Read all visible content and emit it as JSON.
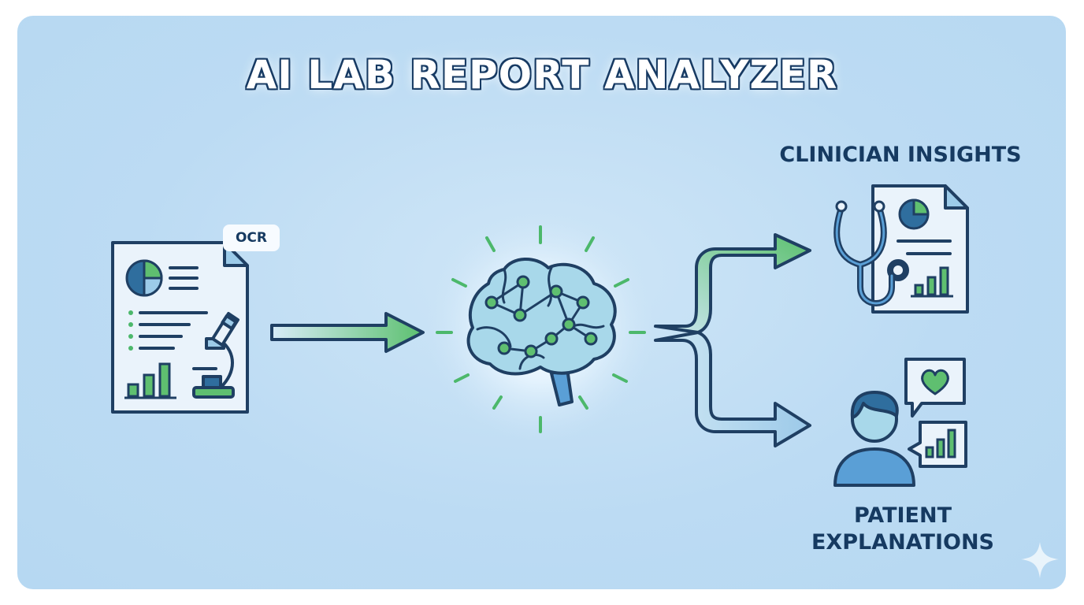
{
  "title": "AI LAB REPORT ANALYZER",
  "badge": "OCR",
  "outputs": {
    "clinician": "CLINICIAN INSIGHTS",
    "patient_line1": "PATIENT",
    "patient_line2": "EXPLANATIONS"
  },
  "colors": {
    "background": "#b9d9f2",
    "outline": "#1f3f63",
    "accent_green": "#4cb86b",
    "accent_blue": "#5a9fd6"
  },
  "icons": [
    "lab-report-icon",
    "microscope-icon",
    "brain-network-icon",
    "stethoscope-icon",
    "person-icon",
    "heart-icon",
    "bar-chart-icon",
    "sparkle-icon"
  ]
}
